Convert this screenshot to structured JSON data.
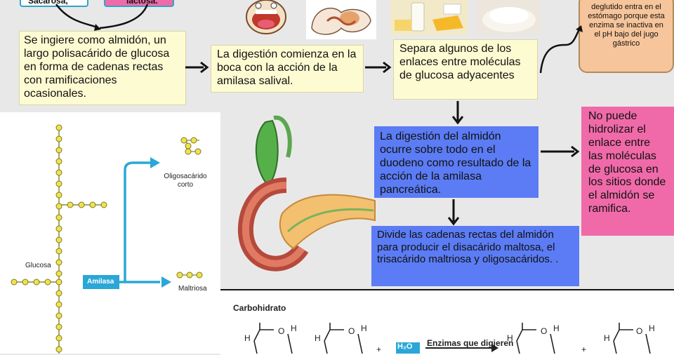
{
  "top_tags": {
    "left": "Sacarosa,",
    "right": "lactosa."
  },
  "boxes": {
    "b1": "Se ingiere como almidón, un largo polisacárido de glucosa en forma de cadenas rectas con ramificaciones ocasionales.",
    "b2": "La digestión comienza en la boca con la acción de la amilasa salival.",
    "b3": "Separa algunos de los enlaces entre moléculas de glucosa adyacentes",
    "b4": "La digestión del almidón ocurre sobre todo en el duodeno como resultado de la acción de la amilasa pancreática.",
    "b5": "Divide las cadenas rectas del almidón para producir el disacárido maltosa, el trisacárido maltriosa y oligosacáridos.  .",
    "b6": "No puede hidrolizar el enlace entre las moléculas de glucosa en los sitios donde el almidón se ramifica.",
    "orange": "deglutido entra en el estómago porque esta enzima se inactiva en el pH bajo del jugo gástrico"
  },
  "diagram": {
    "glucosa": "Glucosa",
    "amilasa": "Amilasa",
    "oligo": "Oligosacárido corto",
    "maltriosa": "Maltriosa"
  },
  "chem": {
    "title": "Carbohidrato",
    "water": "H₂O",
    "enzymes": "Enzimas que digieren"
  }
}
